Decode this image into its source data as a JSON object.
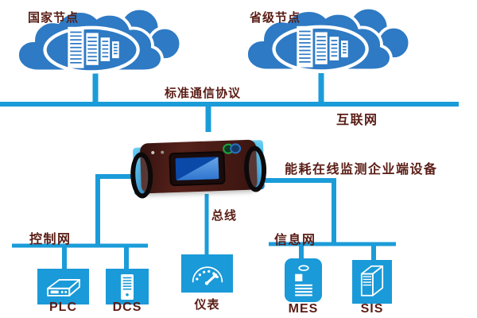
{
  "colors": {
    "line_blue": "#1b9cd9",
    "cloud_blue": "#2e7ac4",
    "icon_blue": "#1a9ad8",
    "text_maroon": "#5a1d15",
    "device_body": "#46201b",
    "device_cap_blue": "#38b0e8"
  },
  "clouds": {
    "national": {
      "label": "国家节点",
      "icon": "datacenter-buildings-icon"
    },
    "provincial": {
      "label": "省级节点",
      "icon": "datacenter-buildings-icon"
    }
  },
  "backbone": {
    "protocol_label": "标准通信协议",
    "internet_label": "互联网"
  },
  "gateway": {
    "label": "能耗在线监测企业端设备",
    "bus_label": "总线",
    "screen_icon": "lcd-screen",
    "logo_icon": "dual-ring-logo"
  },
  "control_network": {
    "label": "控制网",
    "devices": [
      {
        "label": "PLC",
        "icon": "plc-chassis-icon"
      },
      {
        "label": "DCS",
        "icon": "server-tower-icon"
      }
    ]
  },
  "bus_device": {
    "label": "仪表",
    "icon": "gauge-icon"
  },
  "info_network": {
    "label": "信息网",
    "devices": [
      {
        "label": "MES",
        "icon": "id-card-icon"
      },
      {
        "label": "SIS",
        "icon": "server-3d-icon"
      }
    ]
  }
}
